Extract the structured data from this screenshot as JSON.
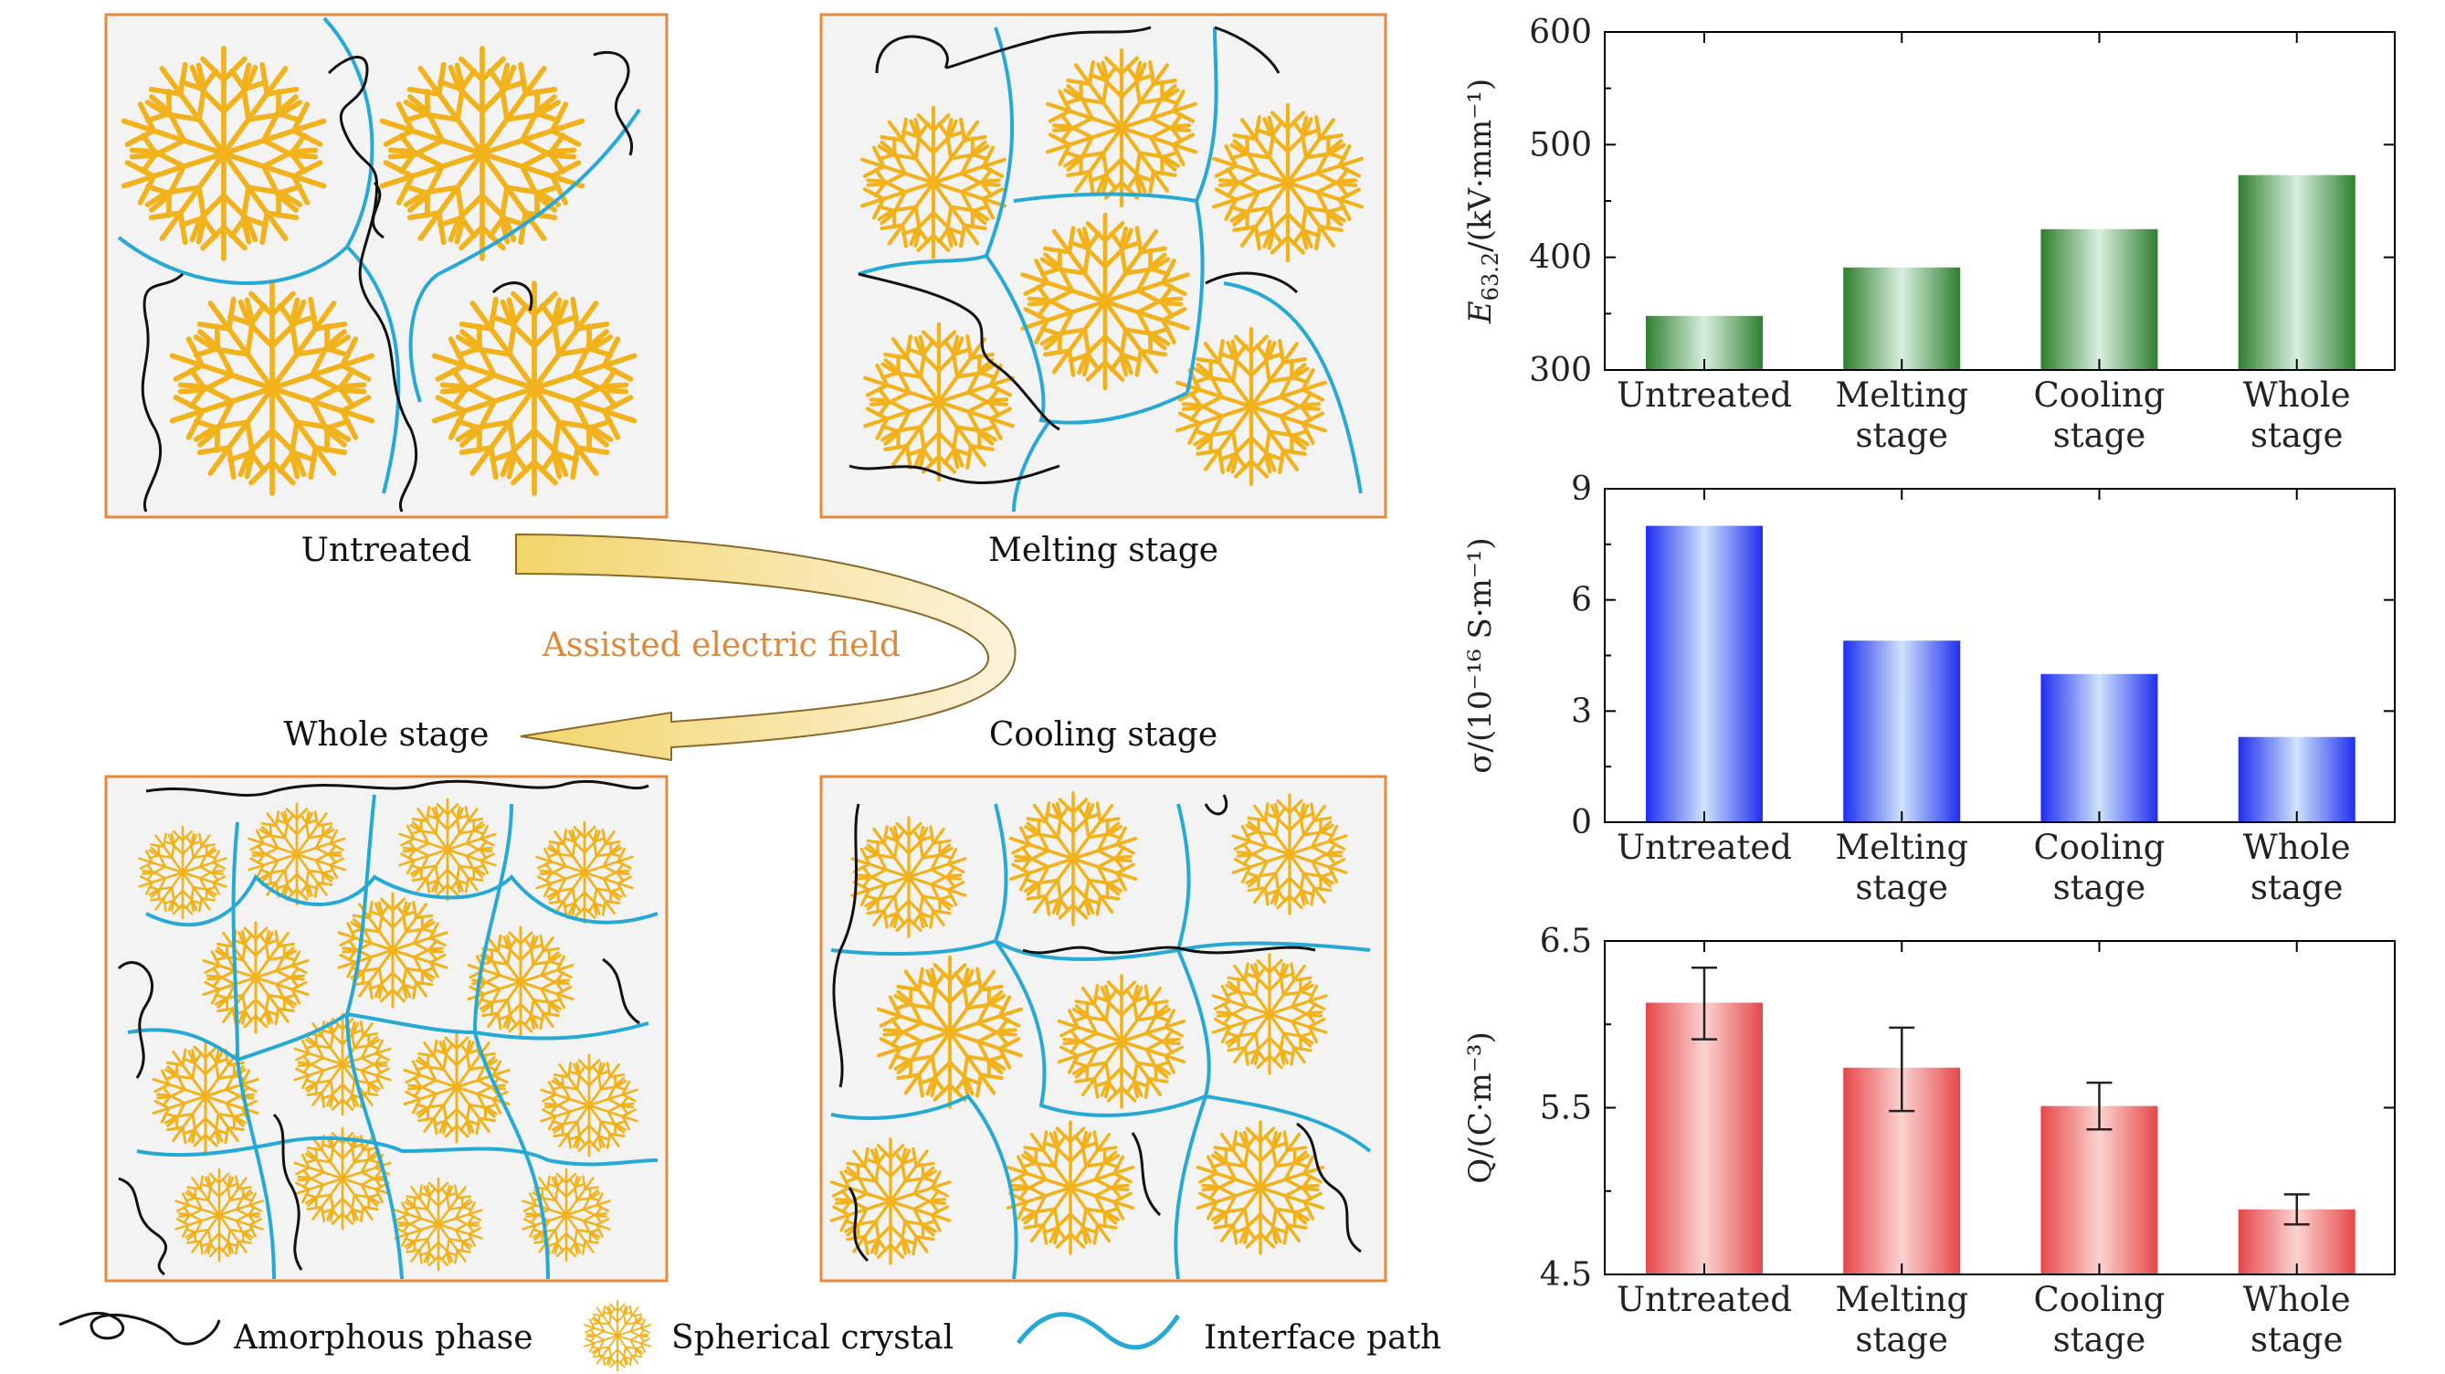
{
  "schematic": {
    "panels": [
      {
        "id": "untreated",
        "label": "Untreated"
      },
      {
        "id": "melting",
        "label": "Melting stage"
      },
      {
        "id": "whole",
        "label": "Whole stage"
      },
      {
        "id": "cooling",
        "label": "Cooling stage"
      }
    ],
    "arrow_label": "Assisted electric field",
    "legend": {
      "amorphous": "Amorphous phase",
      "crystal": "Spherical crystal",
      "interface": "Interface path"
    },
    "colors": {
      "crystal": "#f2b21c",
      "interface": "#27a9d6",
      "amorphous": "#111111",
      "panel_border": "#e58a3a",
      "arrow_text": "#e0883a"
    }
  },
  "chart_data": [
    {
      "type": "bar",
      "categories": [
        "Untreated",
        "Melting stage",
        "Cooling stage",
        "Whole stage"
      ],
      "category_lines": [
        [
          "Untreated"
        ],
        [
          "Melting",
          "stage"
        ],
        [
          "Cooling",
          "stage"
        ],
        [
          "Whole",
          "stage"
        ]
      ],
      "values": [
        348,
        391,
        425,
        473
      ],
      "ylabel": "E63.2/(kV·mm⁻¹)",
      "ylabel_main": "E",
      "ylabel_sub": "63.2",
      "ylabel_rest": "/(kV·mm⁻¹)",
      "ylim": [
        300,
        600
      ],
      "yticks": [
        300,
        400,
        500,
        600
      ],
      "color": "#3a8c3a"
    },
    {
      "type": "bar",
      "categories": [
        "Untreated",
        "Melting stage",
        "Cooling stage",
        "Whole stage"
      ],
      "category_lines": [
        [
          "Untreated"
        ],
        [
          "Melting",
          "stage"
        ],
        [
          "Cooling",
          "stage"
        ],
        [
          "Whole",
          "stage"
        ]
      ],
      "values": [
        8.0,
        4.9,
        4.0,
        2.3
      ],
      "ylabel": "σ/(10⁻¹⁶ S·m⁻¹)",
      "ylim": [
        0,
        9
      ],
      "yticks": [
        0,
        3,
        6,
        9
      ],
      "color": "#2a3ff0"
    },
    {
      "type": "bar",
      "categories": [
        "Untreated",
        "Melting stage",
        "Cooling stage",
        "Whole stage"
      ],
      "category_lines": [
        [
          "Untreated"
        ],
        [
          "Melting",
          "stage"
        ],
        [
          "Cooling",
          "stage"
        ],
        [
          "Whole",
          "stage"
        ]
      ],
      "values": [
        6.13,
        5.74,
        5.51,
        4.89
      ],
      "error_low": [
        5.91,
        5.48,
        5.37,
        4.8
      ],
      "error_high": [
        6.34,
        5.98,
        5.65,
        4.98
      ],
      "ylabel": "Q/(C·m⁻³)",
      "ylim": [
        4.5,
        6.5
      ],
      "yticks": [
        4.5,
        5.5,
        6.5
      ],
      "color": "#e8585a"
    }
  ]
}
